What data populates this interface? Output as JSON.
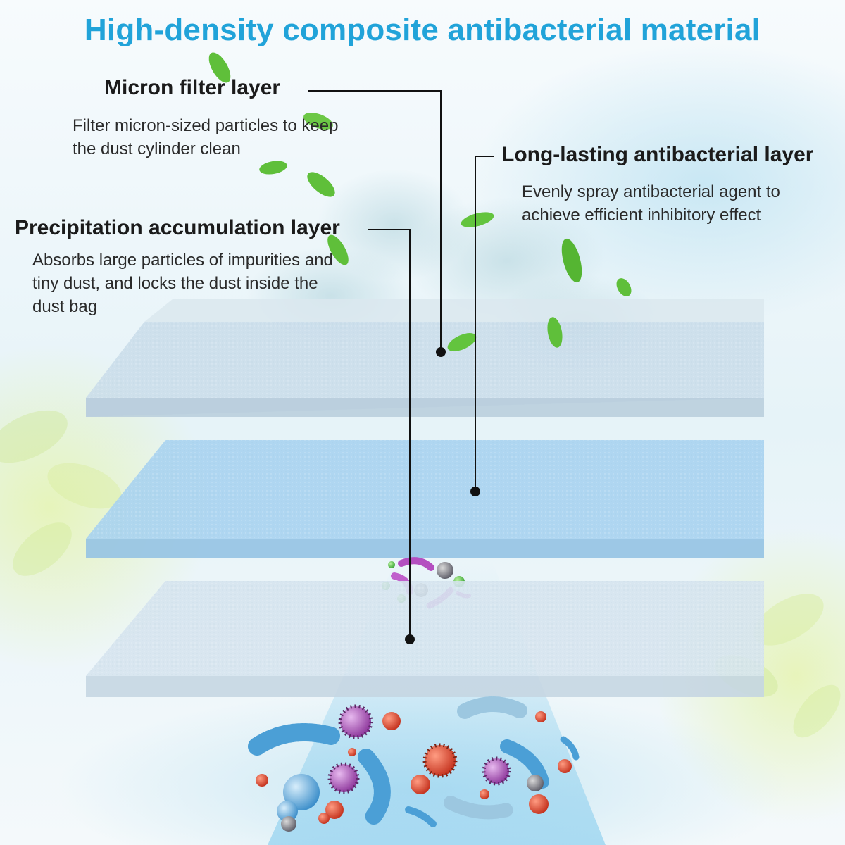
{
  "title": "High-density composite antibacterial material",
  "layers": {
    "micron": {
      "heading": "Micron filter layer",
      "description": "Filter micron-sized particles to keep the dust cylinder clean"
    },
    "long_lasting": {
      "heading": "Long-lasting antibacterial layer",
      "description": "Evenly spray antibacterial agent to achieve efficient inhibitory effect"
    },
    "precipitation": {
      "heading": "Precipitation accumulation layer",
      "description": "Absorbs large particles of impurities and tiny dust, and locks the dust inside the dust bag"
    }
  },
  "colors": {
    "title": "#21a3d9",
    "leader_line": "#111111",
    "leaf": "#5fbf3a",
    "sheet_top": "#c9dcea",
    "sheet_middle": "#a9d3ef",
    "sheet_bottom": "#d6e4ee",
    "microbe_blue": "#4b9fd6",
    "microbe_red": "#e0462e",
    "microbe_purple": "#b44fc0"
  },
  "icons": [
    "leaf-icon",
    "bacteria-icon",
    "virus-icon",
    "spore-icon"
  ]
}
